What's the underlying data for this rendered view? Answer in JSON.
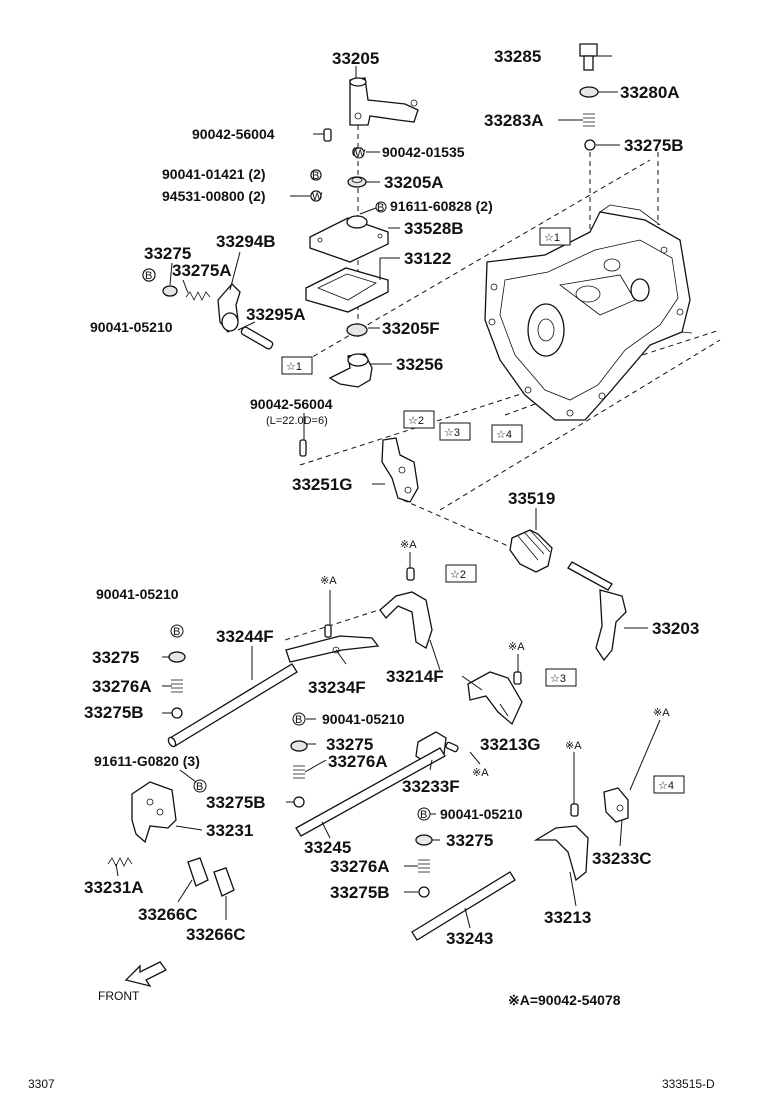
{
  "parts": {
    "p33205": "33205",
    "p90042_56004_top": "90042-56004",
    "p90042_01535": "90042-01535",
    "p90041_01421": "90041-01421 (2)",
    "p33205A": "33205A",
    "p94531_00800": "94531-00800 (2)",
    "p91611_60828": "91611-60828 (2)",
    "p33528B": "33528B",
    "p33275_a": "33275",
    "p33294B": "33294B",
    "p33275A": "33275A",
    "p33122": "33122",
    "p33295A": "33295A",
    "p90041_05210_a": "90041-05210",
    "p33205F": "33205F",
    "p33256": "33256",
    "p90042_56004_mid": "90042-56004",
    "p90042_56004_mid_sub": "(L=22.0D=6)",
    "p33251G": "33251G",
    "p33285": "33285",
    "p33280A": "33280A",
    "p33283A": "33283A",
    "p33275B_top": "33275B",
    "p33519": "33519",
    "p90041_05210_b": "90041-05210",
    "p33275_b": "33275",
    "p33276A_a": "33276A",
    "p33275B_a": "33275B",
    "p33244F": "33244F",
    "p33234F": "33234F",
    "p33214F": "33214F",
    "p33203": "33203",
    "p90041_05210_c": "90041-05210",
    "p33275_c": "33275",
    "p33276A_b": "33276A",
    "p33275B_b": "33275B",
    "p91611_G0820": "91611-G0820 (3)",
    "p33231": "33231",
    "p33245": "33245",
    "p33213G": "33213G",
    "p33233F": "33233F",
    "p90041_05210_d": "90041-05210",
    "p33275_d": "33275",
    "p33276A_c": "33276A",
    "p33275B_c": "33275B",
    "p33231A": "33231A",
    "p33266C_a": "33266C",
    "p33266C_b": "33266C",
    "p33243": "33243",
    "p33213": "33213",
    "p33233C": "33233C"
  },
  "markers": {
    "star1": "☆1",
    "star2": "☆2",
    "star3": "☆3",
    "star4": "☆4",
    "refA": "※A",
    "bolt_b": "B",
    "washer_w": "W"
  },
  "notes": {
    "front": "FRONT",
    "ref_a": "※A=90042-54078",
    "page_left": "3307",
    "page_right": "333515-D"
  },
  "colors": {
    "ink": "#111111",
    "paper": "#ffffff"
  }
}
